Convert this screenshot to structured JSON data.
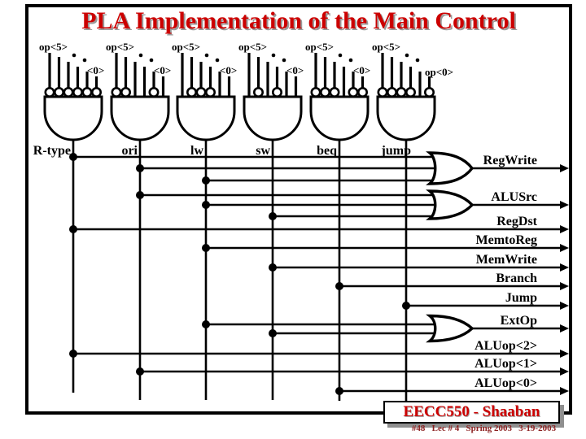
{
  "title": "PLA Implementation of the Main Control",
  "colors": {
    "title_red": "#cc0000",
    "footer_red": "#cc0000",
    "date_red": "#8b2020",
    "line_black": "#000000"
  },
  "pla": {
    "gates": [
      {
        "name": "R-type",
        "top_label": "op<5>",
        "bottom_label": "<0>",
        "bubbles": [
          1,
          1,
          1,
          1,
          1,
          1
        ]
      },
      {
        "name": "ori",
        "top_label": "op<5>",
        "bottom_label": "<0>",
        "bubbles": [
          1,
          1,
          0,
          0,
          1,
          0
        ]
      },
      {
        "name": "lw",
        "top_label": "op<5>",
        "bottom_label": "<0>",
        "bubbles": [
          0,
          1,
          1,
          1,
          0,
          0
        ]
      },
      {
        "name": "sw",
        "top_label": "op<5>",
        "bottom_label": "<0>",
        "bubbles": [
          0,
          1,
          0,
          1,
          0,
          0
        ]
      },
      {
        "name": "beq",
        "top_label": "op<5>",
        "bottom_label": "<0>",
        "bubbles": [
          1,
          1,
          1,
          0,
          1,
          1
        ]
      },
      {
        "name": "jump",
        "top_label": "op<5>",
        "bottom_label": "op<0>",
        "bubbles": [
          1,
          1,
          1,
          1,
          0,
          1
        ]
      }
    ],
    "outputs": [
      {
        "label": "RegWrite",
        "or_gate": true,
        "inputs": [
          "R-type",
          "ori",
          "lw"
        ]
      },
      {
        "label": "ALUSrc",
        "or_gate": true,
        "inputs": [
          "ori",
          "lw",
          "sw"
        ]
      },
      {
        "label": "RegDst",
        "or_gate": false,
        "inputs": [
          "R-type"
        ]
      },
      {
        "label": "MemtoReg",
        "or_gate": false,
        "inputs": [
          "lw"
        ]
      },
      {
        "label": "MemWrite",
        "or_gate": false,
        "inputs": [
          "sw"
        ]
      },
      {
        "label": "Branch",
        "or_gate": false,
        "inputs": [
          "beq"
        ]
      },
      {
        "label": "Jump",
        "or_gate": false,
        "inputs": [
          "jump"
        ]
      },
      {
        "label": "ExtOp",
        "or_gate": true,
        "inputs": [
          "lw",
          "sw"
        ]
      },
      {
        "label": "ALUop<2>",
        "or_gate": false,
        "inputs": [
          "R-type"
        ]
      },
      {
        "label": "ALUop<1>",
        "or_gate": false,
        "inputs": [
          "ori"
        ]
      },
      {
        "label": "ALUop<0>",
        "or_gate": false,
        "inputs": [
          "beq"
        ]
      }
    ]
  },
  "footer": {
    "course": "EECC550 - Shaaban",
    "details": "#48   Lec # 4   Spring 2003   3-19-2003"
  }
}
